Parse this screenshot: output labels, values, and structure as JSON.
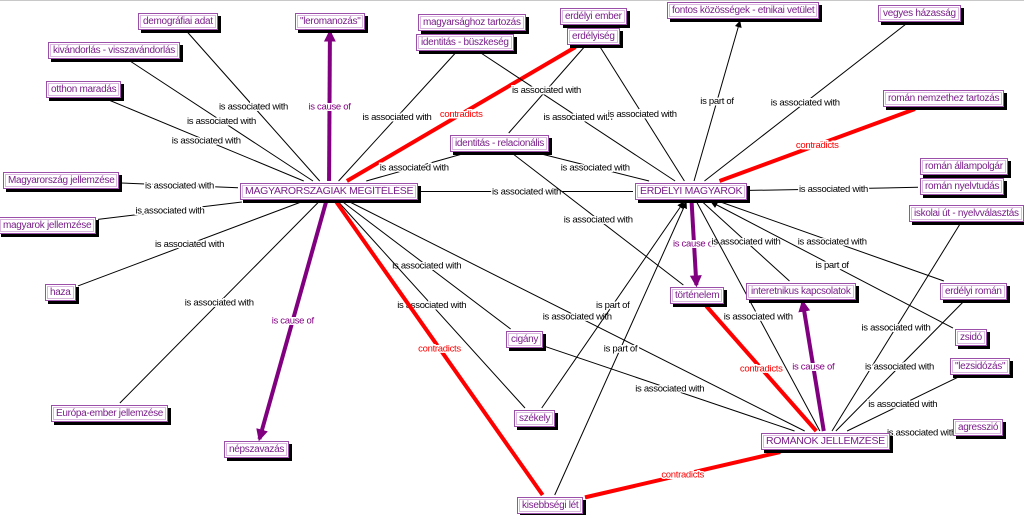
{
  "colors": {
    "node_text": "#7a1f8a",
    "node_border": "#9b4fa8",
    "assoc": "#000000",
    "contradicts": "#ff0000",
    "cause": "#800080"
  },
  "nodes": [
    {
      "id": "demografiai",
      "label": "demográfiai adat"
    },
    {
      "id": "leromanozas",
      "label": "\"leromanozás\""
    },
    {
      "id": "kivandorlas",
      "label": "kivándorlás - visszavándorlás"
    },
    {
      "id": "otthon",
      "label": "otthon maradás"
    },
    {
      "id": "magyarsaghoz",
      "label": "magyarsághoz tartozás"
    },
    {
      "id": "identitas_buszkeseg",
      "label": "identitás - büszkeség"
    },
    {
      "id": "erdelyi_ember",
      "label": "erdélyi ember"
    },
    {
      "id": "erdelyiseg",
      "label": "erdélyiség"
    },
    {
      "id": "fontos",
      "label": "fontos közösségek - etnikai vetület"
    },
    {
      "id": "vegyes",
      "label": "vegyes házasság"
    },
    {
      "id": "roman_nemzet",
      "label": "román nemzethez tartozás"
    },
    {
      "id": "identitas_rel",
      "label": "identitás - relacionális"
    },
    {
      "id": "mo_jell",
      "label": "Magyarország jellemzése"
    },
    {
      "id": "magyarok_jell",
      "label": "magyarok jellemzése"
    },
    {
      "id": "mmeg",
      "label": "MAGYARORSZÁGIAK MEGÍTÉLÉSE"
    },
    {
      "id": "em",
      "label": "ERDÉLYI MAGYAROK"
    },
    {
      "id": "roman_allampolgar",
      "label": "román állampolgár"
    },
    {
      "id": "roman_nyelvtudas",
      "label": "román nyelvtudás"
    },
    {
      "id": "iskolai",
      "label": "iskolai út - nyelvválasztás"
    },
    {
      "id": "haza",
      "label": "haza"
    },
    {
      "id": "tortenelem",
      "label": "történelem"
    },
    {
      "id": "interetnikus",
      "label": "interetnikus kapcsolatok"
    },
    {
      "id": "erdelyi_roman",
      "label": "erdélyi román"
    },
    {
      "id": "cigany",
      "label": "cigány"
    },
    {
      "id": "zsido",
      "label": "zsidó"
    },
    {
      "id": "lezsidozas",
      "label": "\"lezsidózás\""
    },
    {
      "id": "europa",
      "label": "Európa-ember jellemzése"
    },
    {
      "id": "szekely",
      "label": "székely"
    },
    {
      "id": "nepszavazas",
      "label": "népszavazás"
    },
    {
      "id": "romanok_jell",
      "label": "ROMÁNOK JELLEMZÉSE"
    },
    {
      "id": "agresszio",
      "label": "agresszió"
    },
    {
      "id": "kisebbsegi",
      "label": "kisebbségi lét"
    }
  ],
  "edges": [
    {
      "from": "demografiai",
      "to": "mmeg",
      "label": "is associated with",
      "type": "assoc"
    },
    {
      "from": "kivandorlas",
      "to": "mmeg",
      "label": "is associated with",
      "type": "assoc"
    },
    {
      "from": "otthon",
      "to": "mmeg",
      "label": "is associated with",
      "type": "assoc"
    },
    {
      "from": "mmeg",
      "to": "leromanozas",
      "label": "is cause of",
      "type": "cause"
    },
    {
      "from": "identitas_buszkeseg",
      "to": "mmeg",
      "label": "is associated with",
      "type": "assoc"
    },
    {
      "from": "erdelyiseg",
      "to": "mmeg",
      "label": "contradicts",
      "type": "contradicts"
    },
    {
      "from": "identitas_rel",
      "to": "mmeg",
      "label": "is associated with",
      "type": "assoc"
    },
    {
      "from": "mo_jell",
      "to": "mmeg",
      "label": "is associated with",
      "type": "assoc"
    },
    {
      "from": "magyarok_jell",
      "to": "mmeg",
      "label": "is associated with",
      "type": "assoc"
    },
    {
      "from": "haza",
      "to": "mmeg",
      "label": "is associated with",
      "type": "assoc"
    },
    {
      "from": "europa",
      "to": "mmeg",
      "label": "is associated with",
      "type": "assoc"
    },
    {
      "from": "mmeg",
      "to": "nepszavazas",
      "label": "is cause of",
      "type": "cause"
    },
    {
      "from": "mmeg",
      "to": "em",
      "label": "is associated with",
      "type": "assoc"
    },
    {
      "from": "mmeg",
      "to": "cigany",
      "label": "is associated with",
      "type": "assoc"
    },
    {
      "from": "mmeg",
      "to": "szekely",
      "label": "is associated with",
      "type": "assoc"
    },
    {
      "from": "mmeg",
      "to": "romanok_jell",
      "label": "is associated with",
      "type": "assoc"
    },
    {
      "from": "mmeg",
      "to": "kisebbsegi",
      "label": "contradicts",
      "type": "contradicts"
    },
    {
      "from": "identitas_buszkeseg",
      "to": "em",
      "label": "is associated with",
      "type": "assoc"
    },
    {
      "from": "erdelyiseg",
      "to": "identitas_rel",
      "label": "is associated with",
      "type": "assoc"
    },
    {
      "from": "erdelyiseg",
      "to": "em",
      "label": "is associated with",
      "type": "assoc"
    },
    {
      "from": "identitas_rel",
      "to": "em",
      "label": "is associated with",
      "type": "assoc"
    },
    {
      "from": "identitas_rel",
      "to": "tortenelem",
      "label": "is associated with",
      "type": "assoc"
    },
    {
      "from": "em",
      "to": "fontos",
      "label": "is part of",
      "type": "part"
    },
    {
      "from": "vegyes",
      "to": "em",
      "label": "is associated with",
      "type": "assoc"
    },
    {
      "from": "roman_nemzet",
      "to": "em",
      "label": "contradicts",
      "type": "contradicts"
    },
    {
      "from": "roman_nyelvtudas",
      "to": "em",
      "label": "is associated with",
      "type": "assoc"
    },
    {
      "from": "em",
      "to": "tortenelem",
      "label": "is cause of",
      "type": "cause"
    },
    {
      "from": "interetnikus",
      "to": "em",
      "label": "is associated with",
      "type": "assoc"
    },
    {
      "from": "erdelyi_roman",
      "to": "em",
      "label": "is associated with",
      "type": "assoc"
    },
    {
      "from": "zsido",
      "to": "em",
      "label": "is part of",
      "type": "part"
    },
    {
      "from": "szekely",
      "to": "em",
      "label": "is part of",
      "type": "part"
    },
    {
      "from": "kisebbsegi",
      "to": "em",
      "label": "is part of",
      "type": "part"
    },
    {
      "from": "em",
      "to": "romanok_jell",
      "label": "is associated with",
      "type": "assoc"
    },
    {
      "from": "cigany",
      "to": "romanok_jell",
      "label": "is associated with",
      "type": "assoc"
    },
    {
      "from": "tortenelem",
      "to": "romanok_jell",
      "label": "contradicts",
      "type": "contradicts"
    },
    {
      "from": "romanok_jell",
      "to": "interetnikus",
      "label": "is cause of",
      "type": "cause"
    },
    {
      "from": "iskolai",
      "to": "romanok_jell",
      "label": "is associated with",
      "type": "assoc"
    },
    {
      "from": "erdelyi_roman",
      "to": "romanok_jell",
      "label": "is associated with",
      "type": "assoc"
    },
    {
      "from": "lezsidozas",
      "to": "romanok_jell",
      "label": "is associated with",
      "type": "assoc"
    },
    {
      "from": "agresszio",
      "to": "romanok_jell",
      "label": "is associated with",
      "type": "assoc"
    },
    {
      "from": "kisebbsegi",
      "to": "romanok_jell",
      "label": "contradicts",
      "type": "contradicts"
    }
  ]
}
